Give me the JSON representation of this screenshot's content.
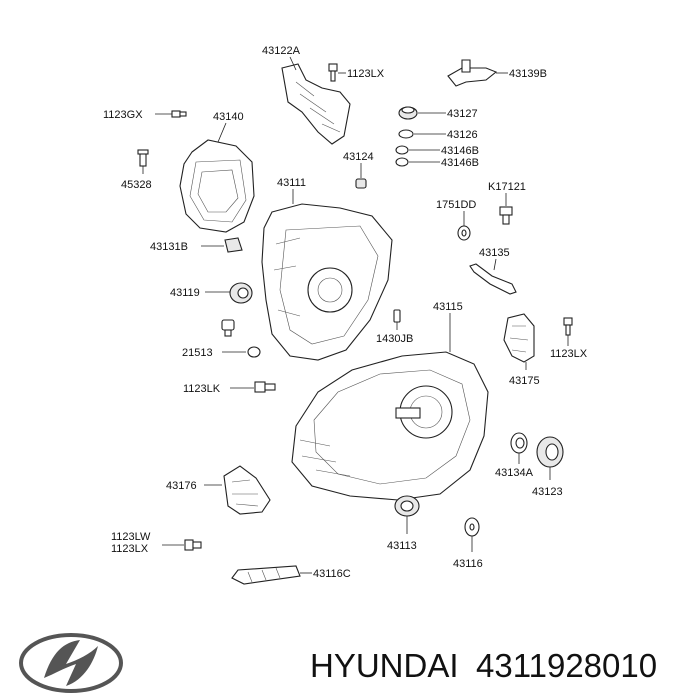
{
  "labels": {
    "p43122A": "43122A",
    "p1123LX_a": "1123LX",
    "p43139B": "43139B",
    "p1123GX": "1123GX",
    "p43140": "43140",
    "p43127": "43127",
    "p43126": "43126",
    "p43146B_a": "43146B",
    "p43146B_b": "43146B",
    "p43124": "43124",
    "p45328": "45328",
    "p43111": "43111",
    "pK17121": "K17121",
    "p1751DD": "1751DD",
    "p43131B": "43131B",
    "p43135": "43135",
    "p43119": "43119",
    "p43115": "43115",
    "p1430JB": "1430JB",
    "p21513": "21513",
    "p1123LX_b": "1123LX",
    "p43175": "43175",
    "p1123LK": "1123LK",
    "p43134A": "43134A",
    "p43123": "43123",
    "p43176": "43176",
    "p43113": "43113",
    "p43116": "43116",
    "p1123LW": "1123LW",
    "p1123LX_c": "1123LX",
    "p43116C": "43116C"
  },
  "footer": {
    "brand": "HYUNDAI",
    "part_number": "4311928010"
  },
  "logo": {
    "icon": "hyundai-logo-icon"
  }
}
